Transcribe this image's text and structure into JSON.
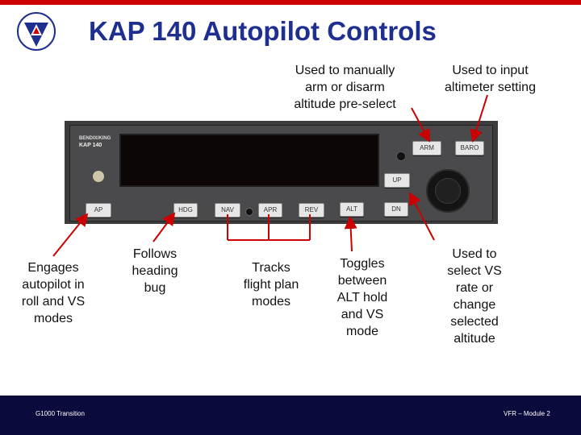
{
  "slide": {
    "title": "KAP 140 Autopilot Controls",
    "footer_left": "G1000 Transition",
    "footer_right": "VFR – Module 2"
  },
  "callouts": {
    "arm": "Used to manually\narm or disarm\naltitude pre-select",
    "baro": "Used to input\naltimeter setting",
    "ap": "Engages\nautopilot in\nroll and VS\nmodes",
    "hdg": "Follows\nheading\nbug",
    "nav_group": "Tracks\nflight plan\nmodes",
    "alt": "Toggles\nbetween\nALT hold\nand VS\nmode",
    "up_dn": "Used to\nselect VS\nrate or\nchange\nselected\naltitude"
  },
  "device": {
    "brand": "BENDIX/KING",
    "model": "KAP 140",
    "buttons": {
      "ap": "AP",
      "hdg": "HDG",
      "nav": "NAV",
      "apr": "APR",
      "rev": "REV",
      "alt": "ALT",
      "arm": "ARM",
      "baro": "BARO",
      "up": "UP",
      "dn": "DN"
    }
  },
  "colors": {
    "title": "#1f2f8f",
    "arrow": "#cc0000",
    "footer_bg": "#0a0a3c"
  },
  "icons": {
    "logo": "cap-emblem-icon"
  }
}
